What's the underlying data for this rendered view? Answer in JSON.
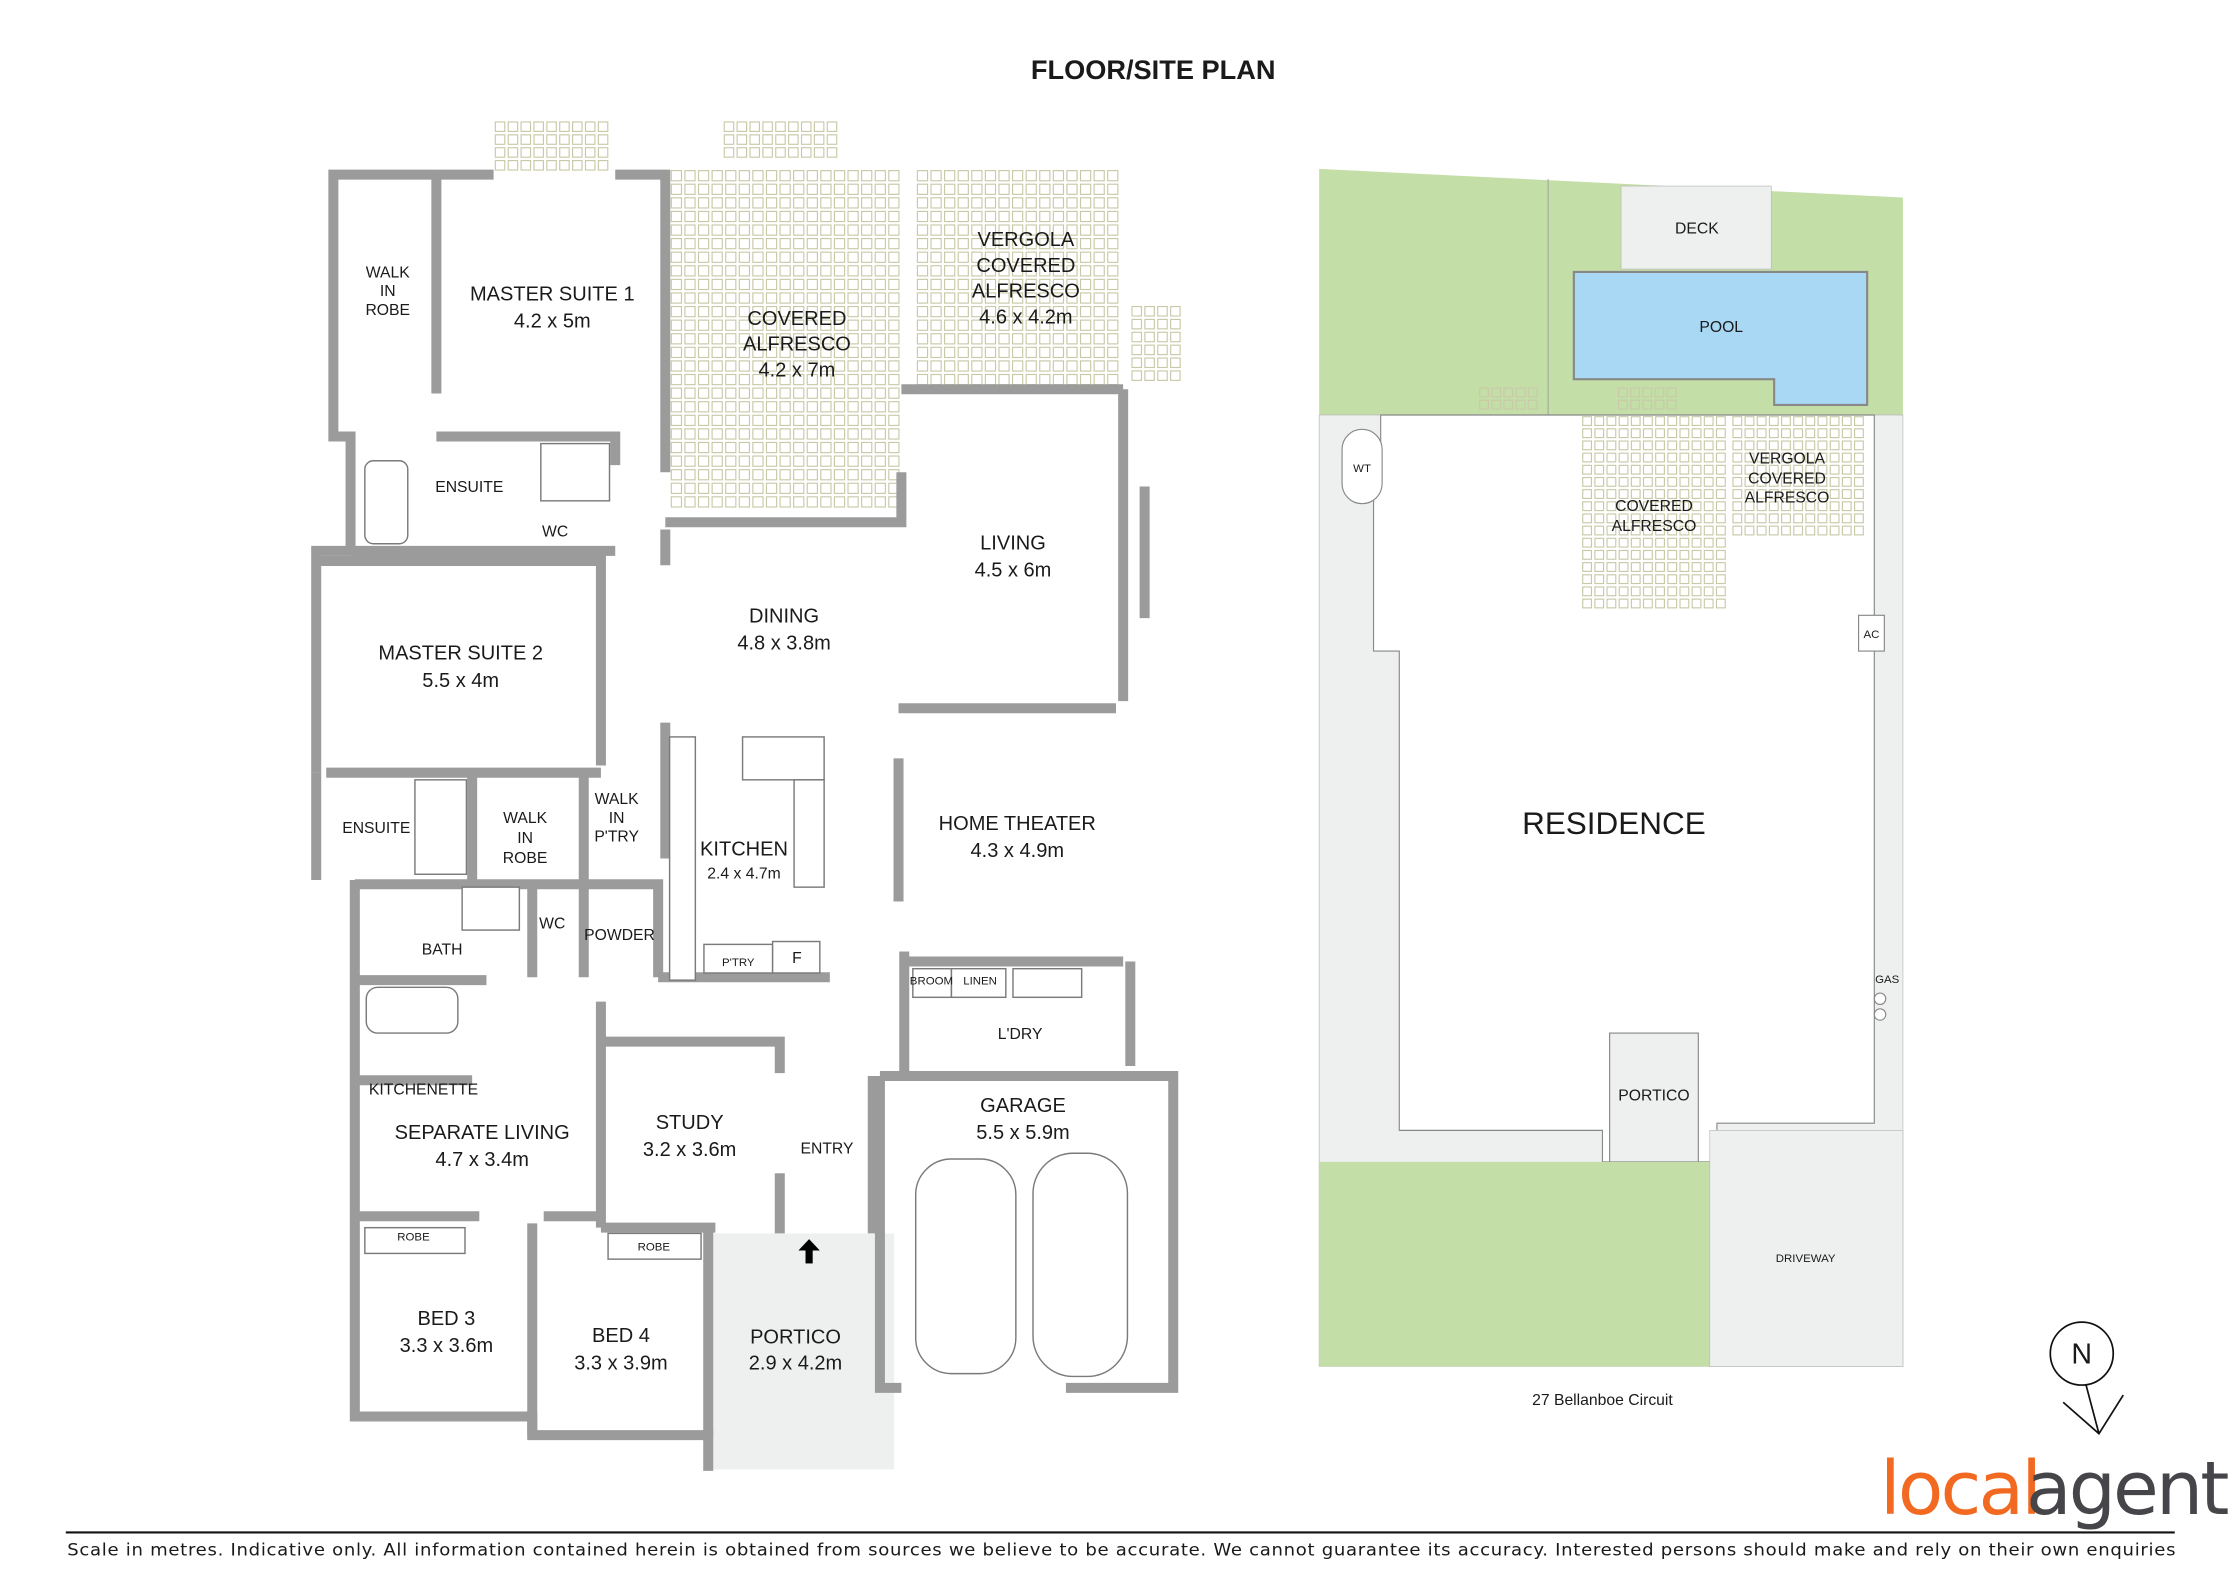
{
  "title": "FLOOR/SITE PLAN",
  "floor_plan": {
    "rooms": {
      "walk_in_robe_1": [
        "WALK",
        "IN",
        "ROBE"
      ],
      "master_suite_1": {
        "name": "MASTER SUITE 1",
        "size": "4.2 x 5m"
      },
      "covered_alfresco": {
        "name": [
          "COVERED",
          "ALFRESCO"
        ],
        "size": "4.2 x 7m"
      },
      "vergola": {
        "name": [
          "VERGOLA",
          "COVERED",
          "ALFRESCO"
        ],
        "size": "4.6 x 4.2m"
      },
      "ensuite_1": "ENSUITE",
      "wc_1": "WC",
      "living": {
        "name": "LIVING",
        "size": "4.5 x 6m"
      },
      "dining": {
        "name": "DINING",
        "size": "4.8 x 3.8m"
      },
      "master_suite_2": {
        "name": "MASTER SUITE 2",
        "size": "5.5 x 4m"
      },
      "ensuite_2": "ENSUITE",
      "walk_in_robe_2": [
        "WALK",
        "IN",
        "ROBE"
      ],
      "walk_in_pantry": [
        "WALK",
        "IN",
        "P'TRY"
      ],
      "kitchen": {
        "name": "KITCHEN",
        "size": "2.4 x 4.7m"
      },
      "home_theater": {
        "name": "HOME THEATER",
        "size": "4.3 x 4.9m"
      },
      "bath": "BATH",
      "wc_2": "WC",
      "powder": "POWDER",
      "pantry": "P'TRY",
      "fridge": "F",
      "broom": "BROOM",
      "linen": "LINEN",
      "laundry": "L'DRY",
      "kitchenette": "KITCHENETTE",
      "separate_living": {
        "name": "SEPARATE LIVING",
        "size": "4.7 x 3.4m"
      },
      "study": {
        "name": "STUDY",
        "size": "3.2 x 3.6m"
      },
      "entry": "ENTRY",
      "garage": {
        "name": "GARAGE",
        "size": "5.5 x 5.9m"
      },
      "robe_1": "ROBE",
      "robe_2": "ROBE",
      "bed_3": {
        "name": "BED 3",
        "size": "3.3 x 3.6m"
      },
      "bed_4": {
        "name": "BED 4",
        "size": "3.3 x 3.9m"
      },
      "portico": {
        "name": "PORTICO",
        "size": "2.9 x 4.2m"
      }
    }
  },
  "site_plan": {
    "deck": "DECK",
    "pool": "POOL",
    "wt": "WT",
    "covered_alfresco": [
      "COVERED",
      "ALFRESCO"
    ],
    "vergola": [
      "VERGOLA",
      "COVERED",
      "ALFRESCO"
    ],
    "ac": "AC",
    "residence": "RESIDENCE",
    "gas": "GAS",
    "portico": "PORTICO",
    "driveway": "DRIVEWAY",
    "address": "27 Bellanboe Circuit"
  },
  "compass": "N",
  "logo": {
    "part1": "local",
    "part2": "agent"
  },
  "colors": {
    "lawn": "#c3dea7",
    "pool": "#a9d8f5",
    "paving": "#eef0ef",
    "wall": "#9b9b9b",
    "logo_orange": "#f26a22",
    "logo_gray": "#45454a"
  },
  "footer": "Scale in metres. Indicative only. All information contained herein is obtained from sources we believe to be accurate. We cannot guarantee its accuracy. Interested persons should make and rely on their own enquiries"
}
